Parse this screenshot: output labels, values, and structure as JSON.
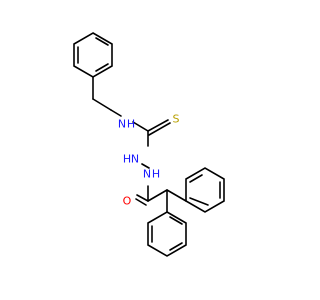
{
  "molecule": {
    "atoms": {
      "nh_top": {
        "label": "N",
        "sub": "H",
        "color": "#1a1aff"
      },
      "s": {
        "label": "S",
        "color": "#b8a000"
      },
      "nh_mid": {
        "label": "N",
        "sub": "H",
        "color": "#1a1aff"
      },
      "hn_mid": {
        "label": "H",
        "sub": "N",
        "color": "#1a1aff"
      },
      "o": {
        "label": "O",
        "color": "#ff0000"
      }
    },
    "bond_color": "#000000"
  }
}
